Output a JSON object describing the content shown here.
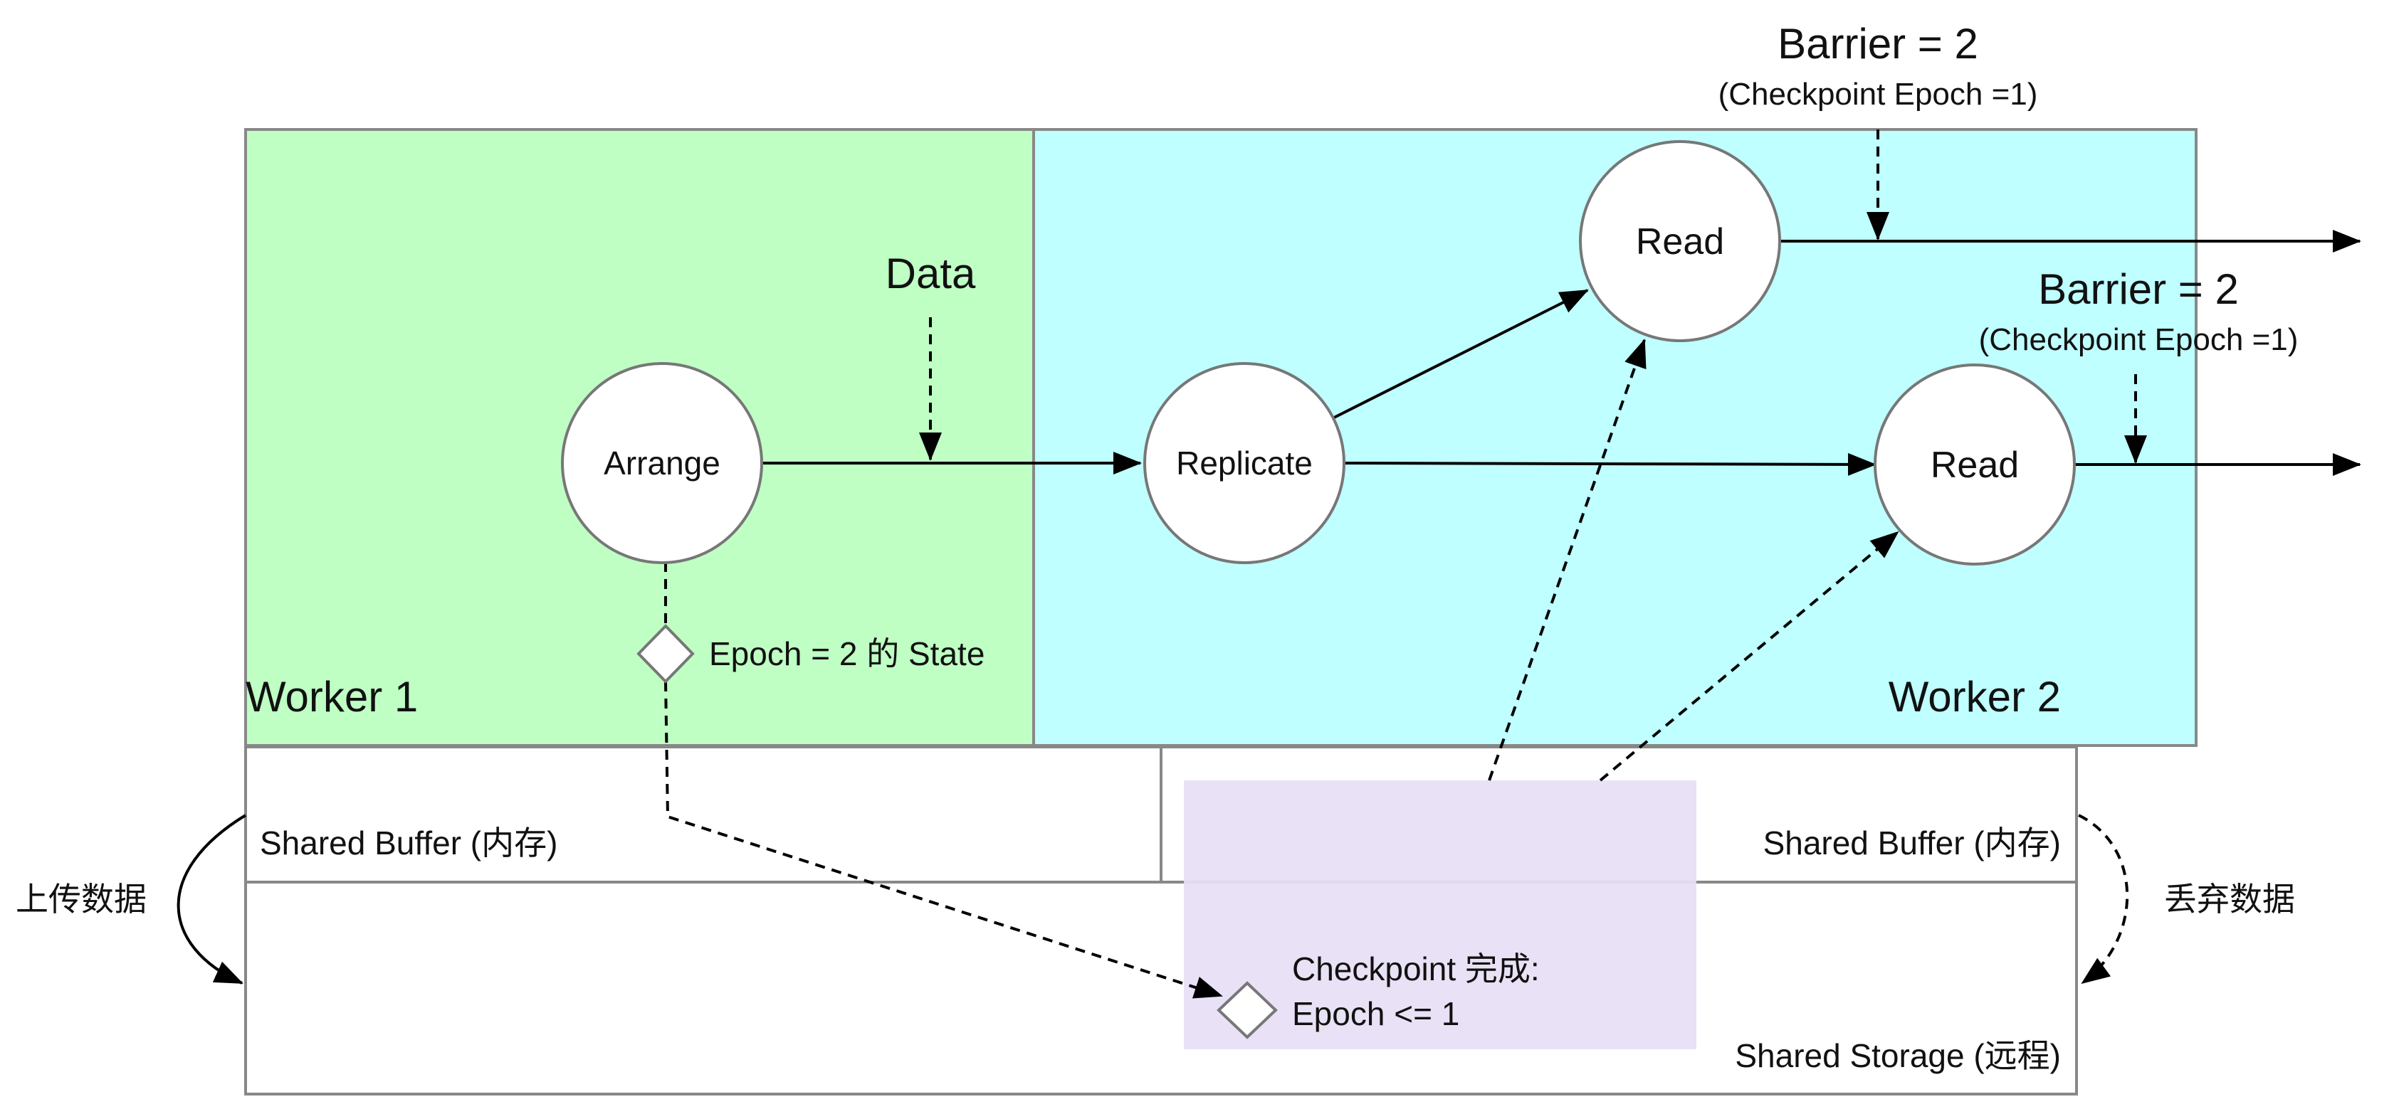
{
  "nodes": {
    "arrange": "Arrange",
    "replicate": "Replicate",
    "read_top": "Read",
    "read_bottom": "Read"
  },
  "labels": {
    "data": "Data",
    "worker1": "Worker 1",
    "worker2": "Worker 2",
    "epoch_state": "Epoch = 2 的 State",
    "barrier_top": "Barrier = 2",
    "barrier_top_sub": "(Checkpoint Epoch =1)",
    "barrier_right": "Barrier = 2",
    "barrier_right_sub": "(Checkpoint Epoch =1)",
    "shared_buffer_left": "Shared Buffer (内存)",
    "shared_buffer_right": "Shared Buffer (内存)",
    "shared_storage": "Shared Storage (远程)",
    "checkpoint_line1": "Checkpoint 完成:",
    "checkpoint_line2": "Epoch <= 1",
    "upload": "上传数据",
    "discard": "丢弃数据"
  },
  "colors": {
    "worker1_fill": "#bfffc4",
    "worker2_fill": "#bfffff",
    "checkpoint_fill": "#e7dff4",
    "border": "#888888",
    "line": "#000000"
  }
}
